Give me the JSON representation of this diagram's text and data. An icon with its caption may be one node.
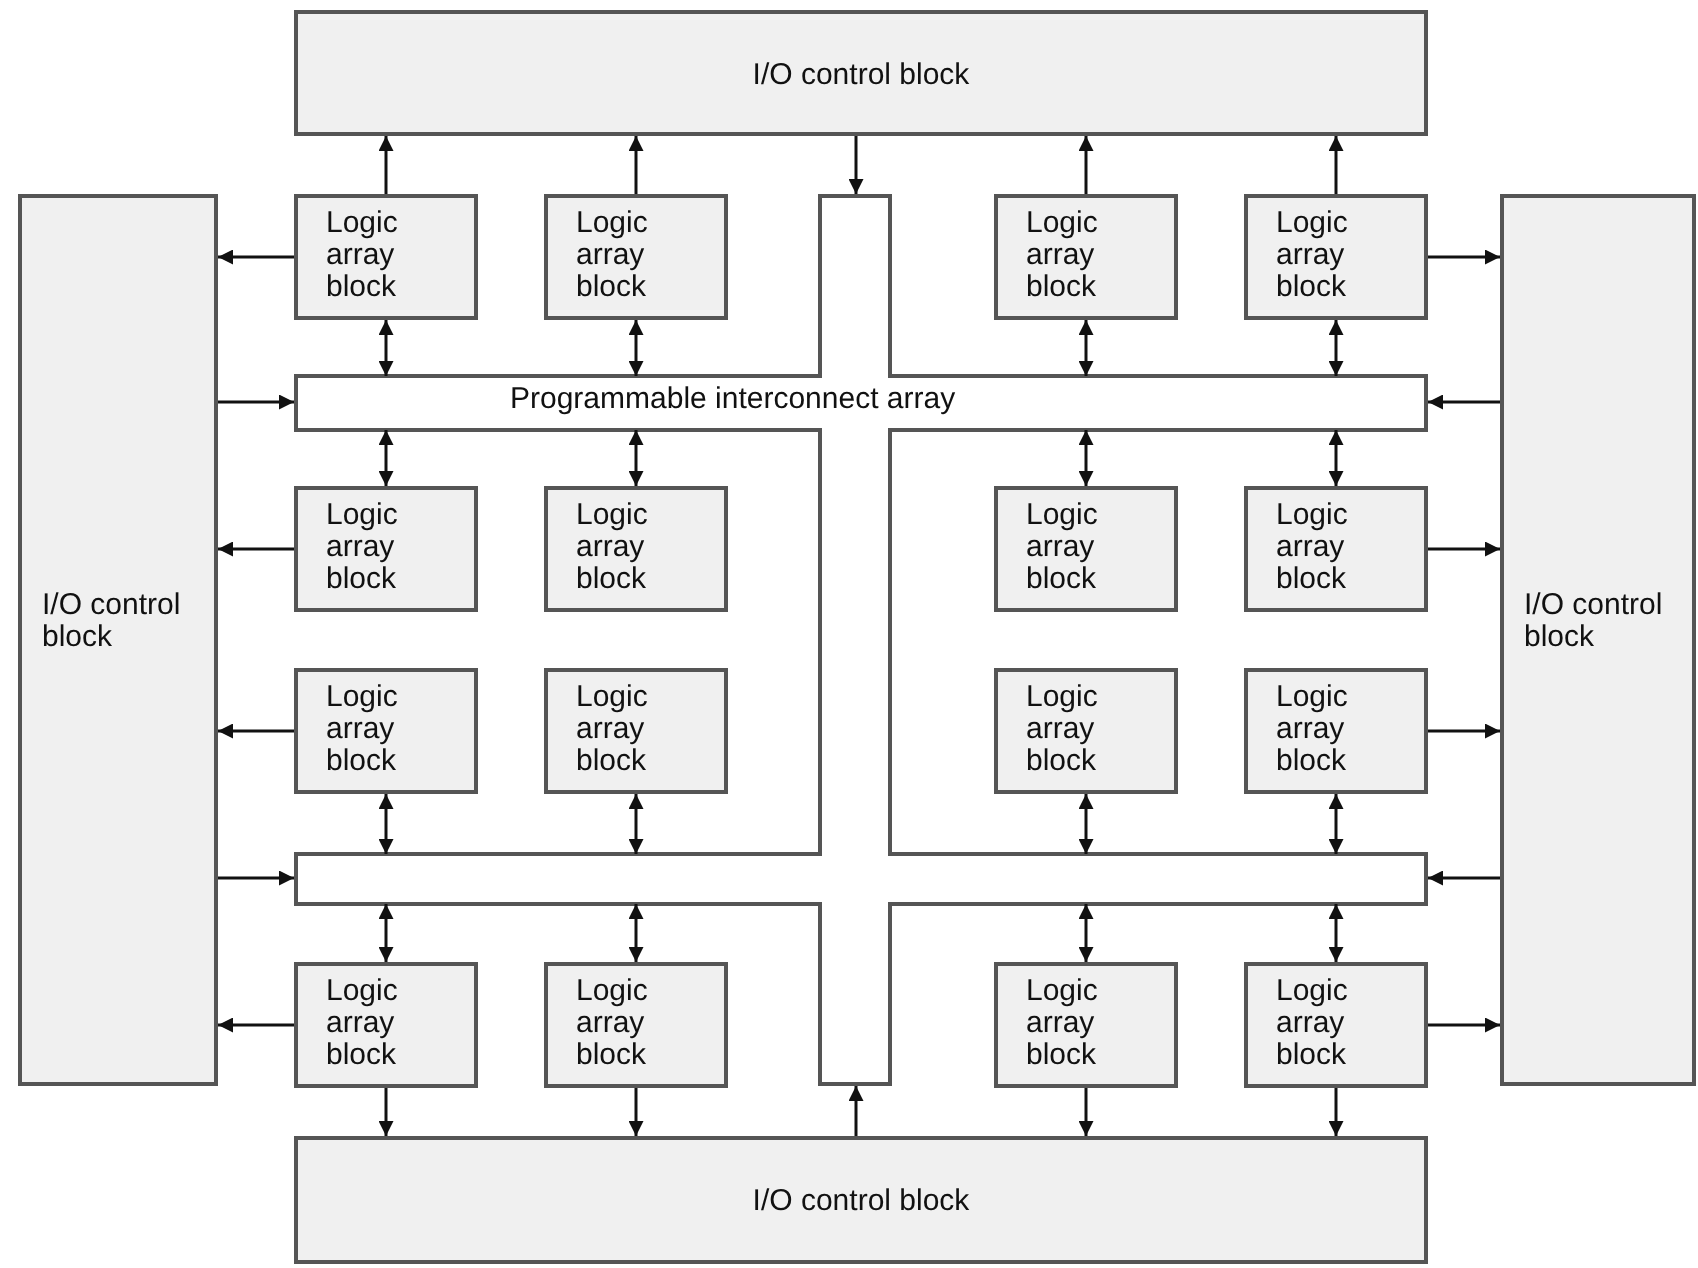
{
  "diagram": {
    "nodes": [
      {
        "text": [
          "I/O control block"
        ]
      },
      {
        "text": [
          "I/O control block"
        ]
      },
      {
        "text": [
          "Logic array block"
        ]
      },
      {
        "text": [
          "Logic array block"
        ]
      },
      {
        "text": [
          "Logic array block"
        ]
      },
      {
        "text": [
          "Logic array block"
        ]
      },
      {
        "text": [
          "I/O control block"
        ]
      },
      {
        "text": [
          "Programmable interconnect array"
        ]
      },
      {
        "text": [
          "Logic array block"
        ]
      },
      {
        "text": [
          "Logic array block"
        ]
      },
      {
        "text": [
          "Logic array block"
        ]
      },
      {
        "text": [
          "Logic array block"
        ]
      },
      {
        "text": [
          "Logic array block"
        ]
      },
      {
        "text": [
          "Logic array block"
        ]
      },
      {
        "text": [
          "Logic array block"
        ]
      },
      {
        "text": [
          "Logic array block"
        ]
      },
      {
        "text": [
          "Logic array block"
        ]
      },
      {
        "text": [
          "Logic array block"
        ]
      },
      {
        "text": [
          "Logic array block"
        ]
      },
      {
        "text": [
          "Logic array block"
        ]
      },
      {
        "text": [
          "I/O control block"
        ]
      }
    ],
    "edges": [
      {
        "from": 2,
        "to": 0,
        "arrow": "to"
      },
      {
        "from": 3,
        "to": 0,
        "arrow": "to"
      },
      {
        "from": 0,
        "to": 7,
        "arrow": "to"
      },
      {
        "from": 4,
        "to": 0,
        "arrow": "to"
      },
      {
        "from": 5,
        "to": 0,
        "arrow": "to"
      },
      {
        "from": 2,
        "to": 1,
        "arrow": "to"
      },
      {
        "from": 5,
        "to": 6,
        "arrow": "to"
      },
      {
        "from": 2,
        "to": 7,
        "arrow": "both"
      },
      {
        "from": 3,
        "to": 7,
        "arrow": "both"
      },
      {
        "from": 4,
        "to": 7,
        "arrow": "both"
      },
      {
        "from": 5,
        "to": 7,
        "arrow": "both"
      },
      {
        "from": 1,
        "to": 7,
        "arrow": "to"
      },
      {
        "from": 6,
        "to": 7,
        "arrow": "to"
      },
      {
        "from": 8,
        "to": 7,
        "arrow": "both"
      },
      {
        "from": 9,
        "to": 7,
        "arrow": "both"
      },
      {
        "from": 10,
        "to": 7,
        "arrow": "both"
      },
      {
        "from": 11,
        "to": 7,
        "arrow": "both"
      },
      {
        "from": 8,
        "to": 1,
        "arrow": "to"
      },
      {
        "from": 11,
        "to": 6,
        "arrow": "to"
      },
      {
        "from": 12,
        "to": 1,
        "arrow": "to"
      },
      {
        "from": 15,
        "to": 6,
        "arrow": "to"
      },
      {
        "from": 12,
        "to": 7,
        "arrow": "both"
      },
      {
        "from": 13,
        "to": 7,
        "arrow": "both"
      },
      {
        "from": 14,
        "to": 7,
        "arrow": "both"
      },
      {
        "from": 15,
        "to": 7,
        "arrow": "both"
      },
      {
        "from": 1,
        "to": 7,
        "arrow": "to"
      },
      {
        "from": 6,
        "to": 7,
        "arrow": "to"
      },
      {
        "from": 16,
        "to": 7,
        "arrow": "both"
      },
      {
        "from": 17,
        "to": 7,
        "arrow": "both"
      },
      {
        "from": 18,
        "to": 7,
        "arrow": "both"
      },
      {
        "from": 19,
        "to": 7,
        "arrow": "both"
      },
      {
        "from": 16,
        "to": 1,
        "arrow": "to"
      },
      {
        "from": 19,
        "to": 6,
        "arrow": "to"
      },
      {
        "from": 16,
        "to": 20,
        "arrow": "to"
      },
      {
        "from": 17,
        "to": 20,
        "arrow": "to"
      },
      {
        "from": 18,
        "to": 20,
        "arrow": "to"
      },
      {
        "from": 19,
        "to": 20,
        "arrow": "to"
      },
      {
        "from": 20,
        "to": 7,
        "arrow": "to"
      }
    ]
  }
}
